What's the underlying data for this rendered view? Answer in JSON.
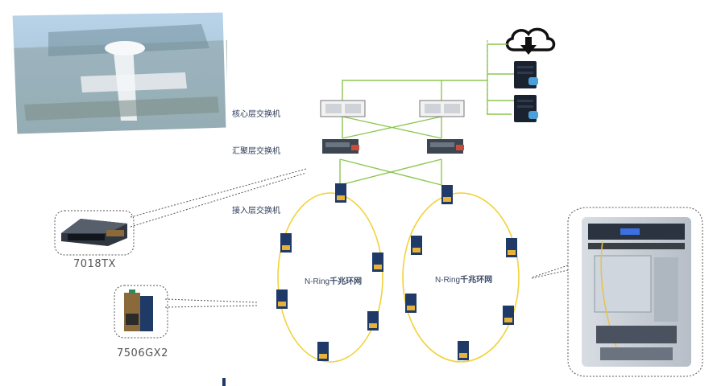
{
  "layers": {
    "core": "核心层交换机",
    "aggregation": "汇聚层交换机",
    "access": "接入层交换机"
  },
  "rings": [
    {
      "prefix": "N-Ring",
      "suffix": "千兆环网"
    },
    {
      "prefix": "N-Ring",
      "suffix": "千兆环网"
    }
  ],
  "products": [
    {
      "model": "7018TX"
    },
    {
      "model": "7506GX2"
    }
  ],
  "colors": {
    "link_green": "#8cc751",
    "ring_yellow": "#f2d23a",
    "device_navy": "#1f3a66",
    "label_text": "#2b3a55"
  },
  "icons": [
    "cloud-download-icon",
    "server-icon",
    "core-switch-icon",
    "aggregation-switch-icon",
    "access-switch-icon",
    "airport-photo",
    "cabinet-photo"
  ]
}
